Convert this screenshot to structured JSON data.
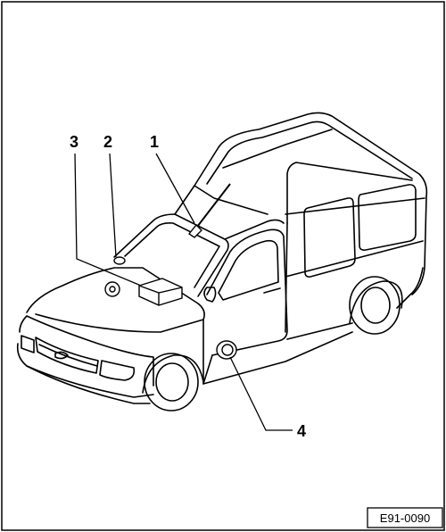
{
  "callouts": [
    {
      "id": "1",
      "label": "1"
    },
    {
      "id": "2",
      "label": "2"
    },
    {
      "id": "3",
      "label": "3"
    },
    {
      "id": "4",
      "label": "4"
    }
  ],
  "figure": {
    "reference_code": "E91-0090"
  }
}
